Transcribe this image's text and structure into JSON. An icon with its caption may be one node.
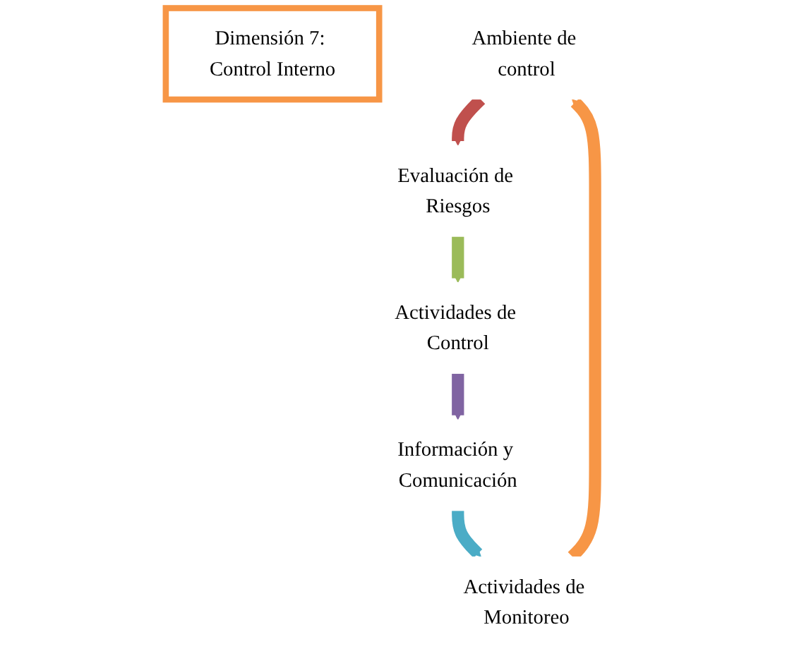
{
  "diagram": {
    "nodes": [
      {
        "text": [
          "Dimensión 7: Control Interno"
        ]
      },
      {
        "text": [
          "Ambiente de control"
        ]
      },
      {
        "text": [
          "Evaluación de Riesgos"
        ]
      },
      {
        "text": [
          "Actividades de Control"
        ]
      },
      {
        "text": [
          "Información y Comunicación"
        ]
      },
      {
        "text": [
          "Actividades de Monitoreo"
        ]
      }
    ],
    "edges": [
      {
        "from": 5,
        "to": 1,
        "arrow": "to",
        "color": "#f79646"
      },
      {
        "from": 1,
        "to": 2,
        "arrow": "to",
        "color": "#c0504d"
      },
      {
        "from": 2,
        "to": 3,
        "arrow": "to",
        "color": "#9bbb59"
      },
      {
        "from": 3,
        "to": 4,
        "arrow": "to",
        "color": "#8064a2"
      },
      {
        "from": 4,
        "to": 5,
        "arrow": "to",
        "color": "#4bacc6"
      }
    ]
  }
}
